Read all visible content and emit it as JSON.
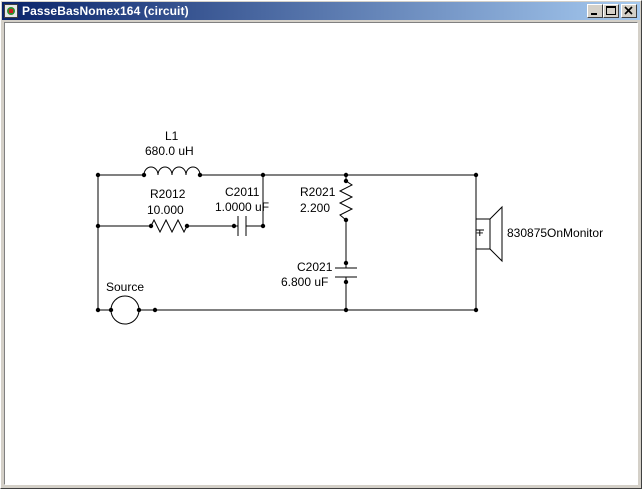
{
  "window": {
    "title": "PasseBasNomex164 (circuit)",
    "controls": [
      "minimize",
      "maximize",
      "close"
    ]
  },
  "schematic": {
    "components": {
      "L1": {
        "name": "L1",
        "value": "680.0 uH"
      },
      "R2012": {
        "name": "R2012",
        "value": "10.000"
      },
      "C2011": {
        "name": "C2011",
        "value": "1.0000 uF"
      },
      "R2021": {
        "name": "R2021",
        "value": "2.200"
      },
      "C2021": {
        "name": "C2021",
        "value": "6.800 uF"
      },
      "source": {
        "name": "Source"
      },
      "speaker": {
        "name": "830875OnMonitor",
        "polarity": "+"
      }
    }
  }
}
